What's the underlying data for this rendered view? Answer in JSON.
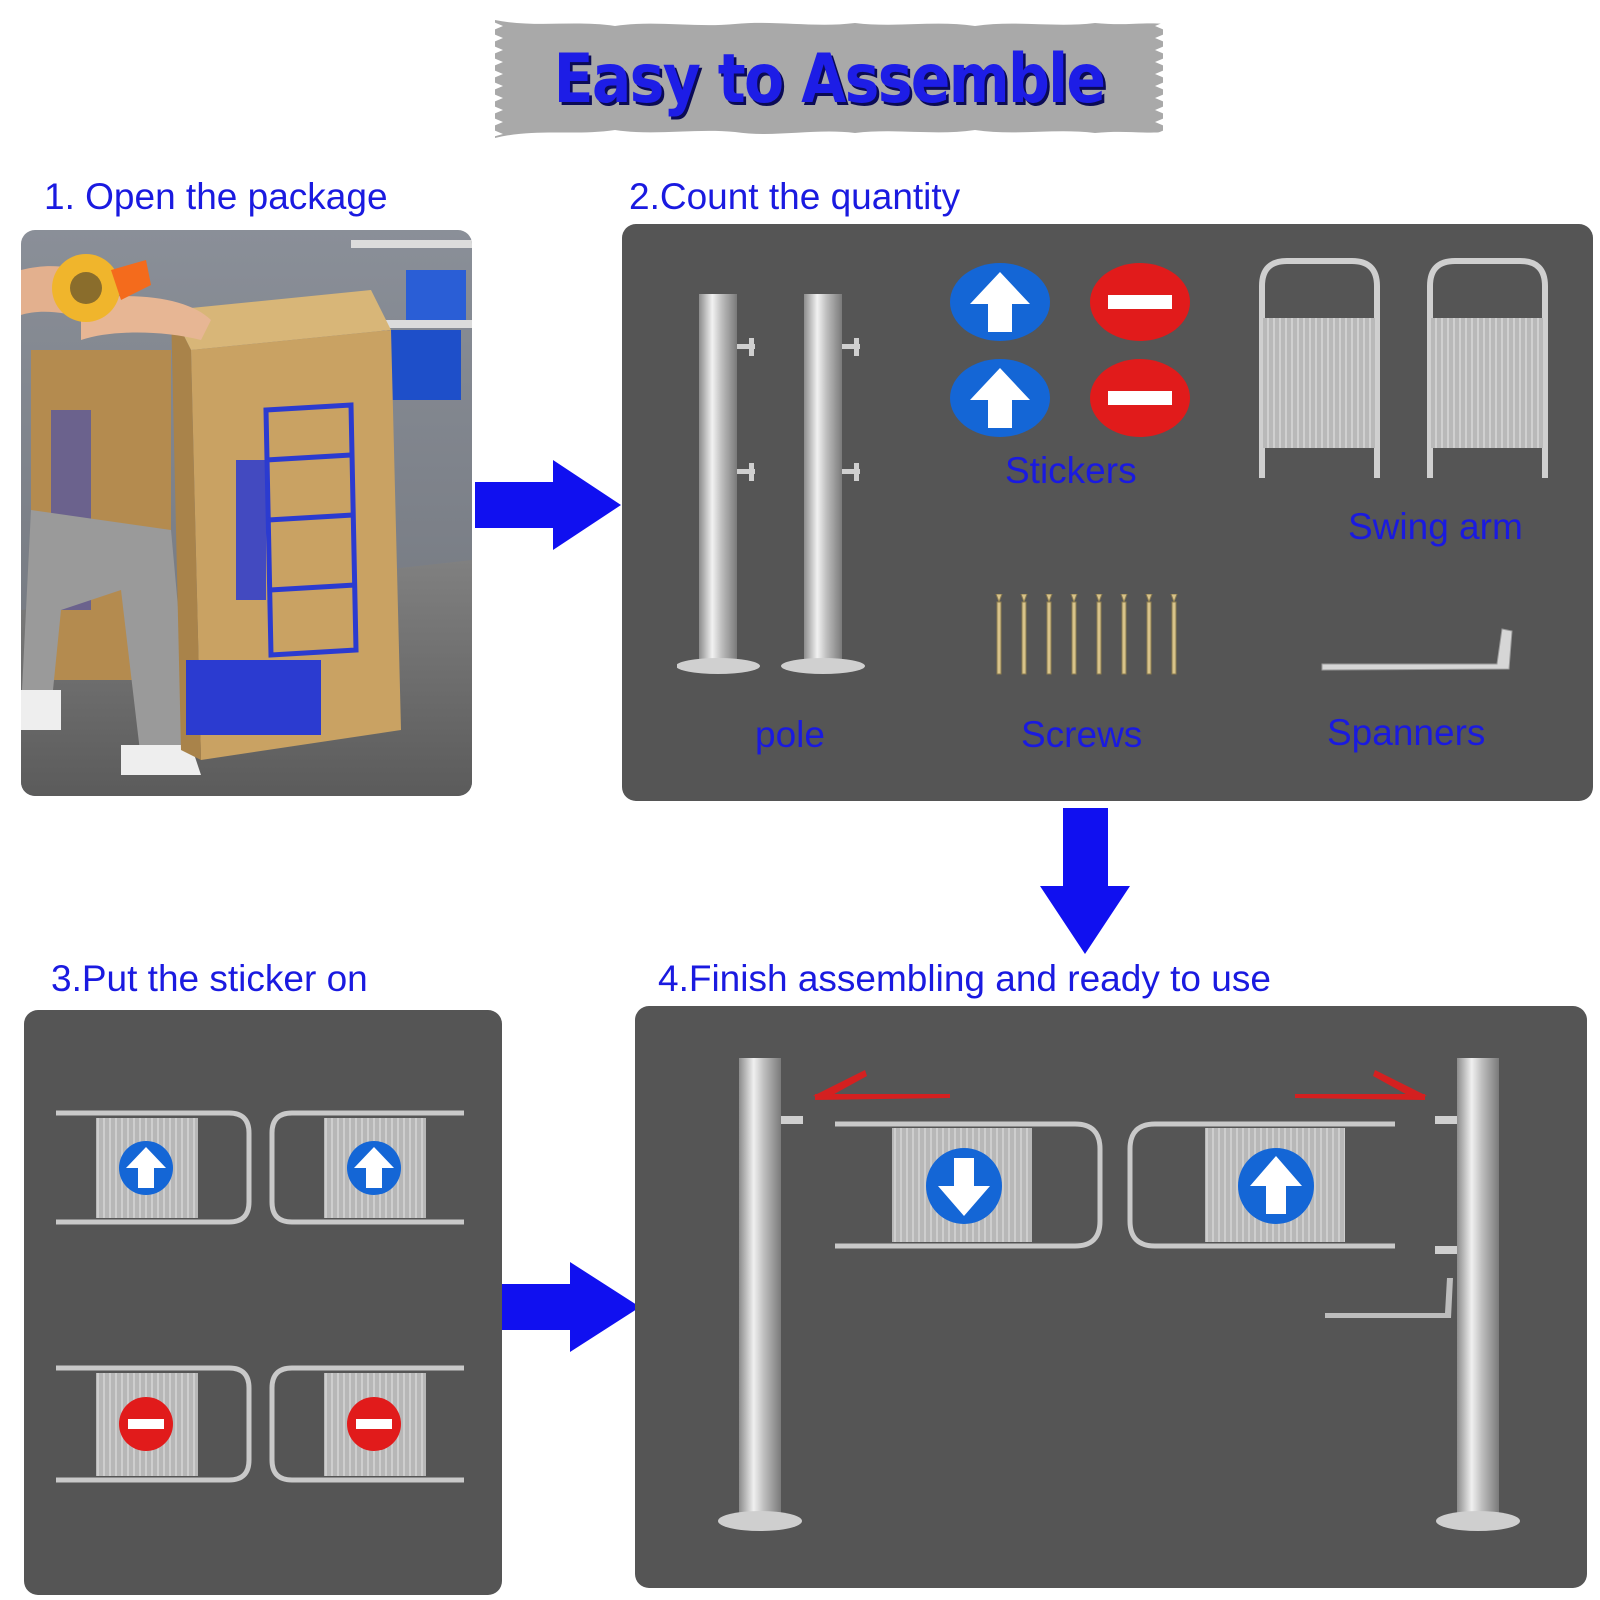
{
  "banner": {
    "title": "Easy to Assemble"
  },
  "steps": {
    "open": "1. Open the package",
    "count": "2.Count the quantity",
    "sticker": "3.Put the sticker on",
    "finish": "4.Finish assembling and ready to use"
  },
  "parts": {
    "stickers": "Stickers",
    "swing_arm": "Swing arm",
    "pole": "pole",
    "screws": "Screws",
    "spanners": "Spanners"
  },
  "colors": {
    "accent_blue": "#1a1ae0",
    "panel_gray": "#555555",
    "sticker_red": "#e11b1b",
    "sticker_blue": "#1466d6"
  },
  "icons": [
    "arrow-right-icon",
    "arrow-down-icon",
    "up-arrow-sticker-icon",
    "no-entry-sticker-icon",
    "down-arrow-sticker-icon"
  ]
}
